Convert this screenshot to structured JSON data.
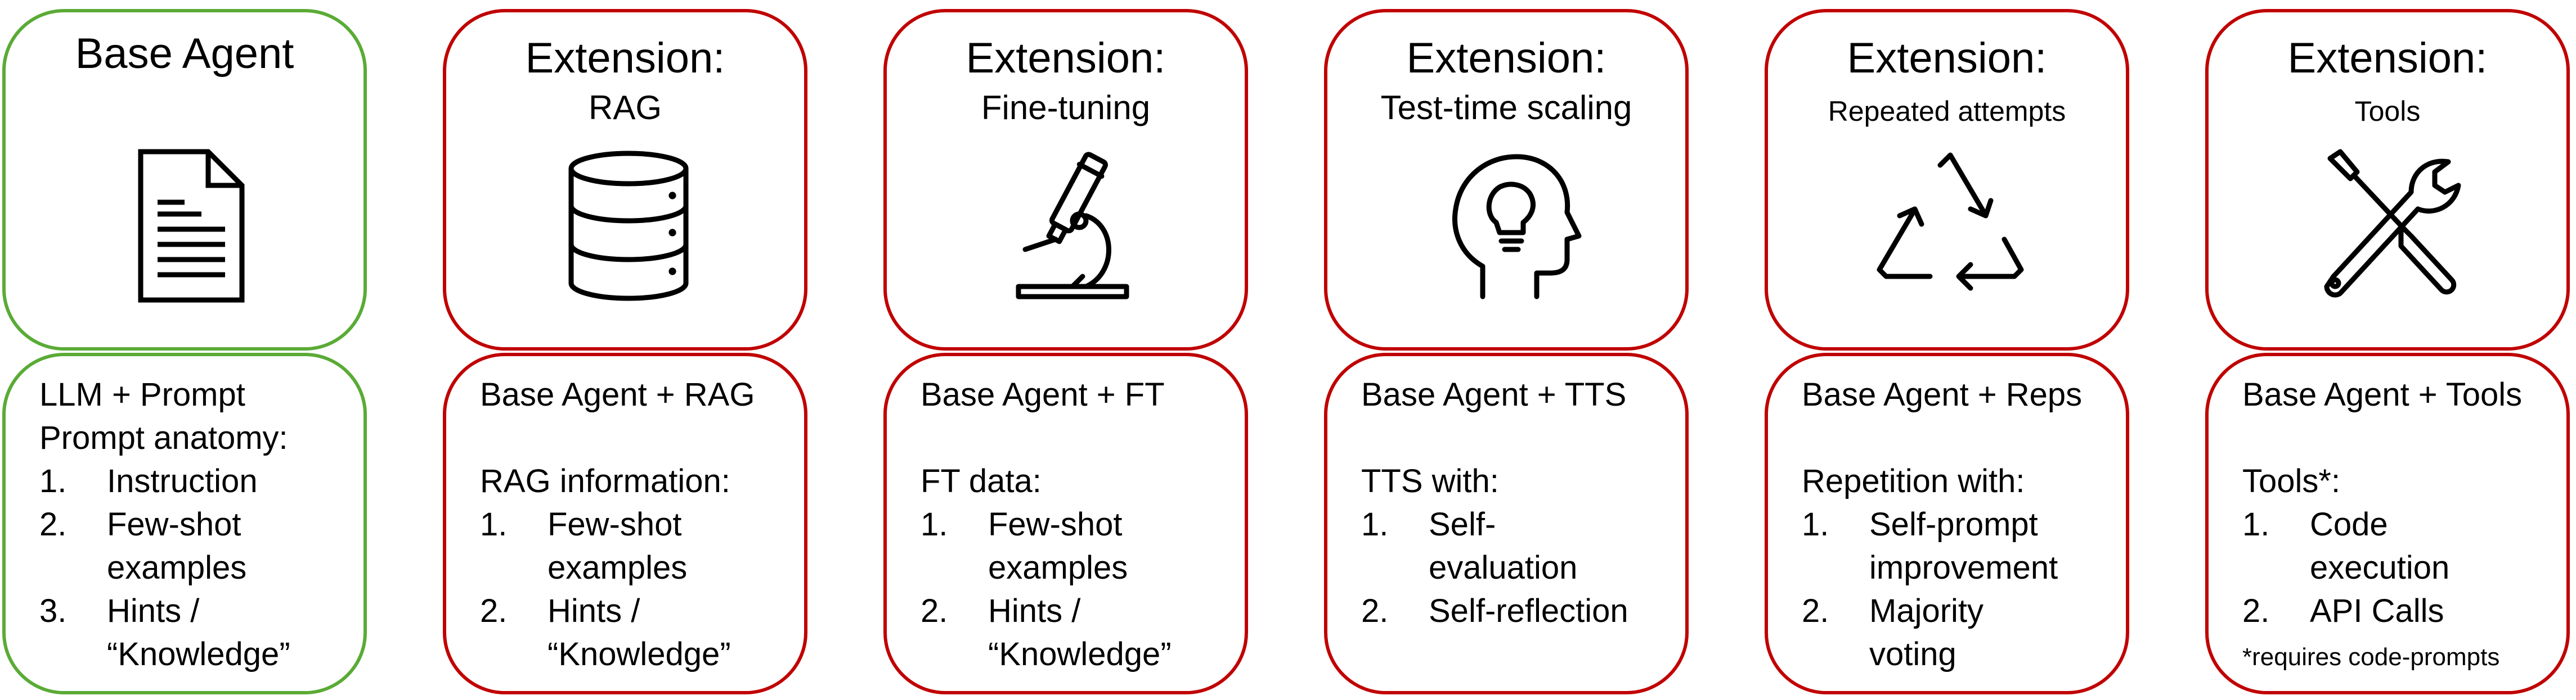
{
  "cards": [
    {
      "title": "Base Agent",
      "subtitle": "",
      "icon": "document-icon",
      "accent": "#5aab35",
      "lines": [
        "LLM + Prompt",
        "Prompt anatomy:"
      ],
      "items": [
        {
          "num": "1.",
          "text": [
            "Instruction"
          ]
        },
        {
          "num": "2.",
          "text": [
            "Few-shot",
            "examples"
          ]
        },
        {
          "num": "3.",
          "text": [
            "Hints /",
            "“Knowledge”"
          ]
        }
      ]
    },
    {
      "title": "Extension:",
      "subtitle": "RAG",
      "icon": "database-icon",
      "accent": "#c00000",
      "lines": [
        "Base Agent + RAG",
        "",
        "RAG information:"
      ],
      "items": [
        {
          "num": "1.",
          "text": [
            "Few-shot",
            "examples"
          ]
        },
        {
          "num": "2.",
          "text": [
            "Hints /",
            "“Knowledge”"
          ]
        }
      ]
    },
    {
      "title": "Extension:",
      "subtitle": "Fine-tuning",
      "icon": "microscope-icon",
      "accent": "#c00000",
      "lines": [
        "Base Agent + FT",
        "",
        "FT data:"
      ],
      "items": [
        {
          "num": "1.",
          "text": [
            "Few-shot",
            "examples"
          ]
        },
        {
          "num": "2.",
          "text": [
            "Hints /",
            "“Knowledge”"
          ]
        }
      ]
    },
    {
      "title": "Extension:",
      "subtitle": "Test-time scaling",
      "icon": "head-lightbulb-icon",
      "accent": "#c00000",
      "lines": [
        "Base Agent + TTS",
        "",
        "TTS with:"
      ],
      "items": [
        {
          "num": "1.",
          "text": [
            "Self-",
            "evaluation"
          ]
        },
        {
          "num": "2.",
          "text": [
            "Self-reflection"
          ]
        }
      ]
    },
    {
      "title": "Extension:",
      "subtitle": "Repeated attempts",
      "icon": "recycle-icon",
      "accent": "#c00000",
      "lines": [
        "Base Agent + Reps",
        "",
        "Repetition with:"
      ],
      "items": [
        {
          "num": "1.",
          "text": [
            "Self-prompt",
            "improvement"
          ]
        },
        {
          "num": "2.",
          "text": [
            "Majority",
            "voting"
          ]
        }
      ]
    },
    {
      "title": "Extension:",
      "subtitle": "Tools",
      "icon": "tools-icon",
      "accent": "#c00000",
      "lines": [
        "Base Agent + Tools",
        "",
        "Tools*:"
      ],
      "items": [
        {
          "num": "1.",
          "text": [
            "Code",
            "execution"
          ]
        },
        {
          "num": "2.",
          "text": [
            "API Calls"
          ]
        }
      ],
      "footnote": "*requires code-prompts"
    }
  ]
}
